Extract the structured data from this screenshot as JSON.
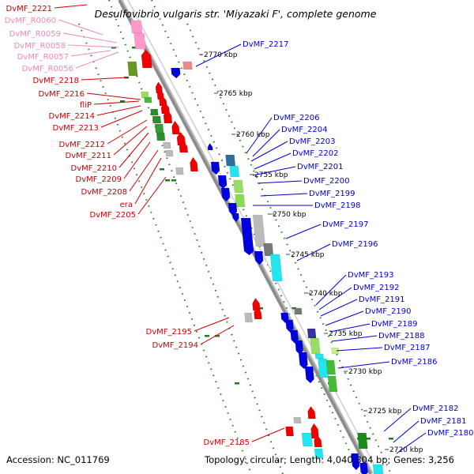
{
  "title": "Desulfovibrio vulgaris str. 'Miyazaki F', complete genome",
  "footer": {
    "accession": "Accession: NC_011769",
    "summary": "Topology: circular; Length: 4,040,304 bp; Genes: 3,256"
  },
  "colors": {
    "label_left": "#cc0000",
    "label_rna": "#ee88bb",
    "label_right": "#0000cc",
    "backbone": "#8c8c8c",
    "gc_dots": "#1e7d1e",
    "forward_gene": "#ee0000",
    "reverse_gene": "#0000dd",
    "rna_gene": "#ff99cc"
  },
  "kbp_labels": [
    "2770 kbp",
    "2765 kbp",
    "2760 kbp",
    "2755 kbp",
    "2750 kbp",
    "2745 kbp",
    "2740 kbp",
    "2735 kbp",
    "2730 kbp",
    "2725 kbp",
    "2720 kbp"
  ],
  "left_labels": [
    {
      "text": "DvMF_2221",
      "kind": "cds"
    },
    {
      "text": "DvMF_R0060",
      "kind": "rna"
    },
    {
      "text": "DvMF_R0059",
      "kind": "rna"
    },
    {
      "text": "DvMF_R0058",
      "kind": "rna"
    },
    {
      "text": "DvMF_R0057",
      "kind": "rna"
    },
    {
      "text": "DvMF_R0056",
      "kind": "rna"
    },
    {
      "text": "DvMF_2218",
      "kind": "cds"
    },
    {
      "text": "DvMF_2216",
      "kind": "cds"
    },
    {
      "text": "fliP",
      "kind": "cds"
    },
    {
      "text": "DvMF_2214",
      "kind": "cds"
    },
    {
      "text": "DvMF_2213",
      "kind": "cds"
    },
    {
      "text": "DvMF_2212",
      "kind": "cds"
    },
    {
      "text": "DvMF_2211",
      "kind": "cds"
    },
    {
      "text": "DvMF_2210",
      "kind": "cds"
    },
    {
      "text": "DvMF_2209",
      "kind": "cds"
    },
    {
      "text": "DvMF_2208",
      "kind": "cds"
    },
    {
      "text": "era",
      "kind": "cds"
    },
    {
      "text": "DvMF_2205",
      "kind": "cds"
    },
    {
      "text": "DvMF_2195",
      "kind": "cds"
    },
    {
      "text": "DvMF_2194",
      "kind": "cds"
    },
    {
      "text": "DvMF_2185",
      "kind": "cds"
    }
  ],
  "right_labels": [
    "DvMF_2217",
    "DvMF_2206",
    "DvMF_2204",
    "DvMF_2203",
    "DvMF_2202",
    "DvMF_2201",
    "DvMF_2200",
    "DvMF_2199",
    "DvMF_2198",
    "DvMF_2197",
    "DvMF_2196",
    "DvMF_2193",
    "DvMF_2192",
    "DvMF_2191",
    "DvMF_2190",
    "DvMF_2189",
    "DvMF_2188",
    "DvMF_2187",
    "DvMF_2186",
    "DvMF_2182",
    "DvMF_2181",
    "DvMF_2180"
  ]
}
